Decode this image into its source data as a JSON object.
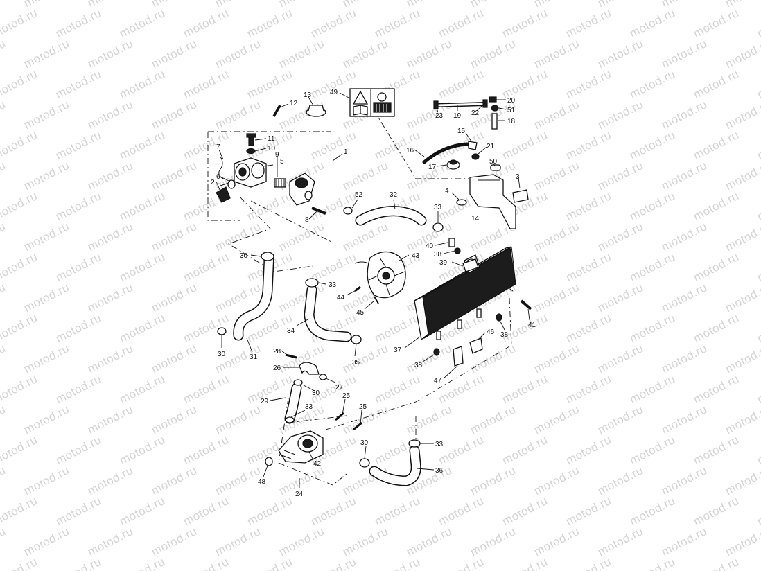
{
  "watermark": {
    "text": "motod.ru",
    "color": "#d4d4d4"
  },
  "warning_label": {
    "warning_icon": "triangle-warning-icon",
    "book_icon": "manual-book-icon",
    "radiator_icon": "radiator-cap-icon"
  },
  "callouts": [
    {
      "id": "c1",
      "text": "1"
    },
    {
      "id": "c2",
      "text": "2"
    },
    {
      "id": "c3",
      "text": "3"
    },
    {
      "id": "c4",
      "text": "4"
    },
    {
      "id": "c5",
      "text": "5"
    },
    {
      "id": "c6",
      "text": "6"
    },
    {
      "id": "c7",
      "text": "7"
    },
    {
      "id": "c8",
      "text": "8"
    },
    {
      "id": "c9",
      "text": "9"
    },
    {
      "id": "c10",
      "text": "10"
    },
    {
      "id": "c11",
      "text": "11"
    },
    {
      "id": "c12",
      "text": "12"
    },
    {
      "id": "c13",
      "text": "13"
    },
    {
      "id": "c14",
      "text": "14"
    },
    {
      "id": "c15",
      "text": "15"
    },
    {
      "id": "c16",
      "text": "16"
    },
    {
      "id": "c17",
      "text": "17"
    },
    {
      "id": "c18",
      "text": "18"
    },
    {
      "id": "c19",
      "text": "19"
    },
    {
      "id": "c20",
      "text": "20"
    },
    {
      "id": "c21",
      "text": "21"
    },
    {
      "id": "c22",
      "text": "22"
    },
    {
      "id": "c23",
      "text": "23"
    },
    {
      "id": "c24",
      "text": "24"
    },
    {
      "id": "c25a",
      "text": "25"
    },
    {
      "id": "c25b",
      "text": "25"
    },
    {
      "id": "c26",
      "text": "26"
    },
    {
      "id": "c27",
      "text": "27"
    },
    {
      "id": "c28",
      "text": "28"
    },
    {
      "id": "c29",
      "text": "29"
    },
    {
      "id": "c30a",
      "text": "30"
    },
    {
      "id": "c30b",
      "text": "30"
    },
    {
      "id": "c30c",
      "text": "30"
    },
    {
      "id": "c30d",
      "text": "30"
    },
    {
      "id": "c31",
      "text": "31"
    },
    {
      "id": "c32",
      "text": "32"
    },
    {
      "id": "c33a",
      "text": "33"
    },
    {
      "id": "c33b",
      "text": "33"
    },
    {
      "id": "c33c",
      "text": "33"
    },
    {
      "id": "c33d",
      "text": "33"
    },
    {
      "id": "c34",
      "text": "34"
    },
    {
      "id": "c35",
      "text": "35"
    },
    {
      "id": "c36",
      "text": "36"
    },
    {
      "id": "c37",
      "text": "37"
    },
    {
      "id": "c38a",
      "text": "38"
    },
    {
      "id": "c38b",
      "text": "38"
    },
    {
      "id": "c38c",
      "text": "38"
    },
    {
      "id": "c39",
      "text": "39"
    },
    {
      "id": "c40",
      "text": "40"
    },
    {
      "id": "c41",
      "text": "41"
    },
    {
      "id": "c42",
      "text": "42"
    },
    {
      "id": "c43",
      "text": "43"
    },
    {
      "id": "c44",
      "text": "44"
    },
    {
      "id": "c45",
      "text": "45"
    },
    {
      "id": "c46",
      "text": "46"
    },
    {
      "id": "c47",
      "text": "47"
    },
    {
      "id": "c48",
      "text": "48"
    },
    {
      "id": "c49",
      "text": "49"
    },
    {
      "id": "c50",
      "text": "50"
    },
    {
      "id": "c51",
      "text": "51"
    },
    {
      "id": "c52",
      "text": "52"
    }
  ]
}
